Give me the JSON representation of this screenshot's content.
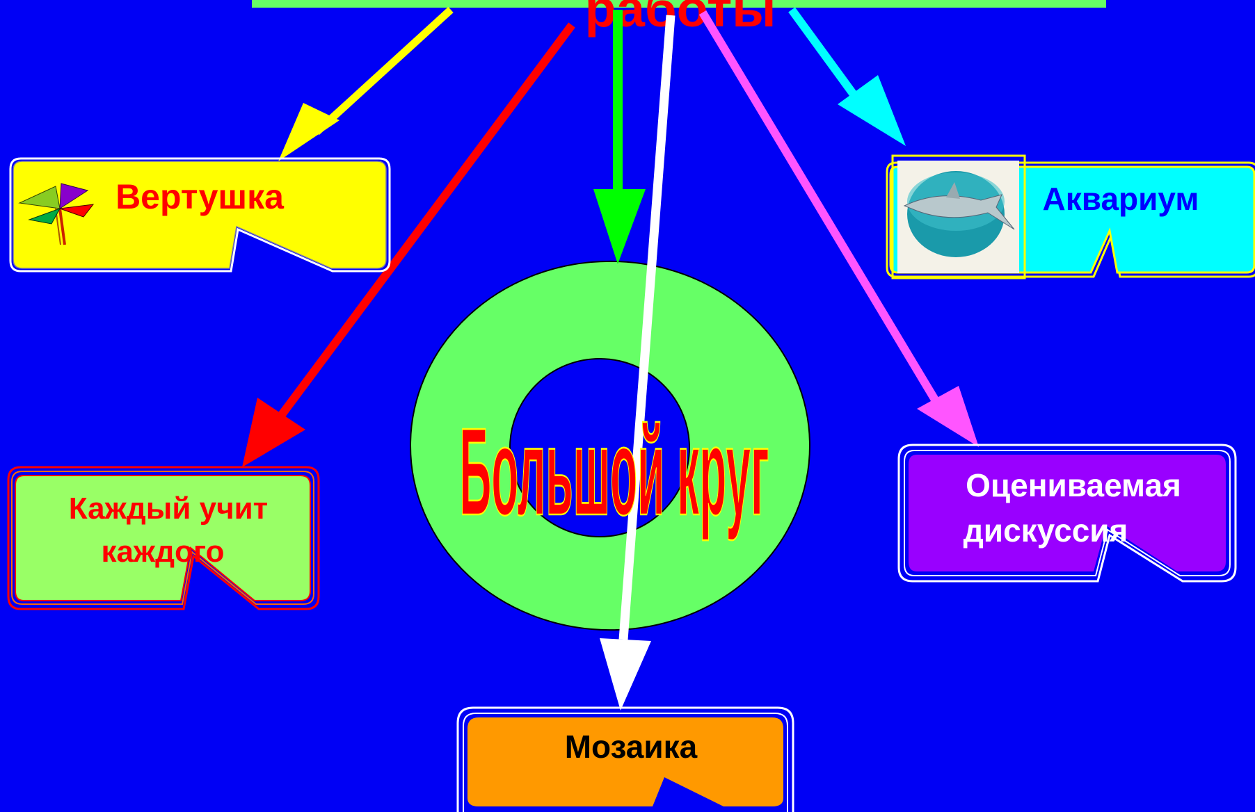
{
  "header": {
    "title_fragment": "работы",
    "bar_color": "#66ff66",
    "title_color": "#ff0000"
  },
  "center": {
    "label": "Большой круг",
    "ring_color": "#66ff66",
    "text_color": "#ff0000",
    "text_outline": "#ffff00"
  },
  "nodes": {
    "vertushka": {
      "label": "Вертушка",
      "fill": "#ffff00",
      "text": "#ff0000"
    },
    "akvarium": {
      "label": "Аквариум",
      "fill": "#00ffff",
      "text": "#0000ff"
    },
    "kazhdy": {
      "line1": "Каждый учит",
      "line2": "каждого",
      "fill": "#99ff66",
      "text": "#ff0000"
    },
    "otsenivaemaya": {
      "line1": "Оцениваемая",
      "line2": "дискуссия",
      "fill": "#9900ff",
      "text": "#ffffff"
    },
    "mozaika": {
      "label": "Мозаика",
      "fill": "#ff9900",
      "text": "#000000"
    }
  },
  "arrows": {
    "yellow": "#ffff00",
    "red": "#ff0000",
    "green": "#00ff00",
    "white": "#ffffff",
    "pink": "#ff55ff",
    "cyan": "#00ffff"
  },
  "icons": [
    "pinwheel-icon",
    "shark-aquarium-image"
  ]
}
